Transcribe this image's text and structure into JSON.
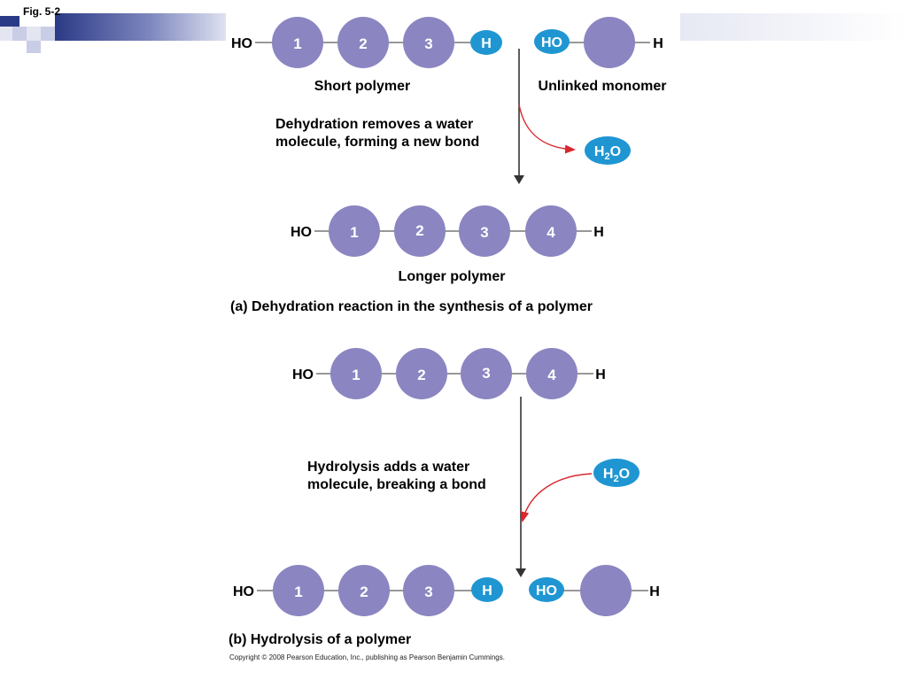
{
  "slide": {
    "fig_label": "Fig. 5-2",
    "copyright": "Copyright © 2008 Pearson Education, Inc., publishing as Pearson Benjamin Cummings."
  },
  "colors": {
    "monomer": "#8b85c1",
    "group": "#1f96d2",
    "bond": "#777777",
    "arrow": "#333333",
    "red_arrow": "#d9272e",
    "header_blue": "#2b3a86",
    "header_light": "#c9cde6"
  },
  "dehydration": {
    "short_polymer": {
      "ho": "HO",
      "monomers": [
        "1",
        "2",
        "3"
      ],
      "h": "H",
      "caption": "Short polymer"
    },
    "unlinked_monomer": {
      "ho": "HO",
      "h": "H",
      "caption": "Unlinked monomer"
    },
    "note_line1": "Dehydration removes a water",
    "note_line2": "molecule, forming a new bond",
    "water": {
      "h": "H",
      "sub": "2",
      "o": "O"
    },
    "longer_polymer": {
      "ho": "HO",
      "monomers": [
        "1",
        "2",
        "3",
        "4"
      ],
      "h": "H",
      "caption": "Longer polymer"
    },
    "panel_caption": "(a) Dehydration reaction in the synthesis of a polymer"
  },
  "hydrolysis": {
    "polymer": {
      "ho": "HO",
      "monomers": [
        "1",
        "2",
        "3",
        "4"
      ],
      "h": "H"
    },
    "note_line1": "Hydrolysis adds a water",
    "note_line2": "molecule, breaking a bond",
    "water": {
      "h": "H",
      "sub": "2",
      "o": "O"
    },
    "products": {
      "ho_left": "HO",
      "monomers": [
        "1",
        "2",
        "3"
      ],
      "h_group": "H",
      "ho_group": "HO",
      "h_right": "H"
    },
    "panel_caption": "(b) Hydrolysis of a polymer"
  }
}
